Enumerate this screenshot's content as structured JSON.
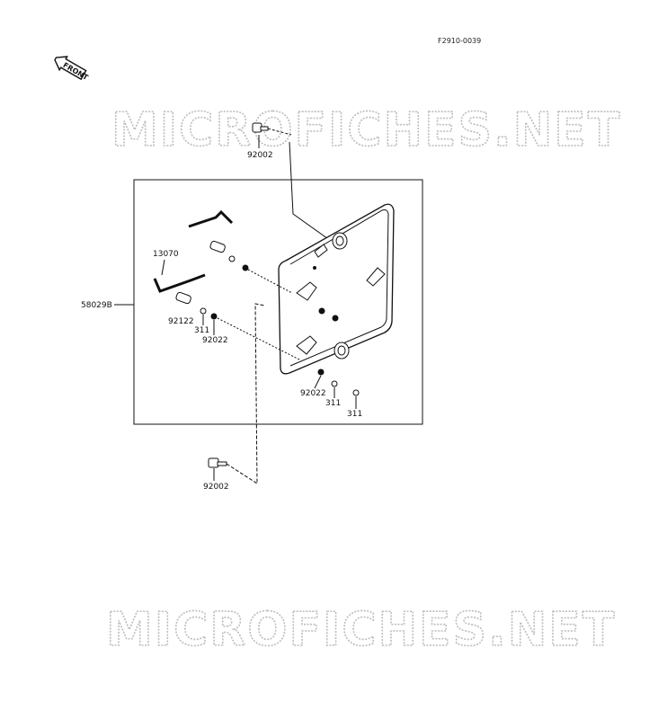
{
  "figure": {
    "code": "F2910-0039"
  },
  "front_marker": {
    "text": "FRONT"
  },
  "watermark": {
    "text": "MICROFICHES.NET"
  },
  "parts": {
    "bolt_top": "92002",
    "plate_assembly": "58029B",
    "rod": "13070",
    "collar": "92122",
    "washer_left": "311",
    "nut_left": "92022",
    "nut_right": "92022",
    "washer_right_a": "311",
    "washer_right_b": "311",
    "bolt_bottom": "92002"
  }
}
